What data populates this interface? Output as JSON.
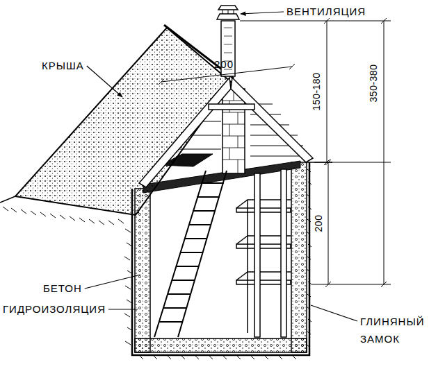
{
  "diagram": {
    "labels": [
      "ВЕНТИЛЯЦИЯ",
      "КРЫША",
      "200",
      "150-180",
      "350-380",
      "200",
      "БЕТОН",
      "ГИДРОИЗОЛЯЦИЯ",
      "ГЛИНЯНЫЙ ЗАМОК"
    ]
  }
}
